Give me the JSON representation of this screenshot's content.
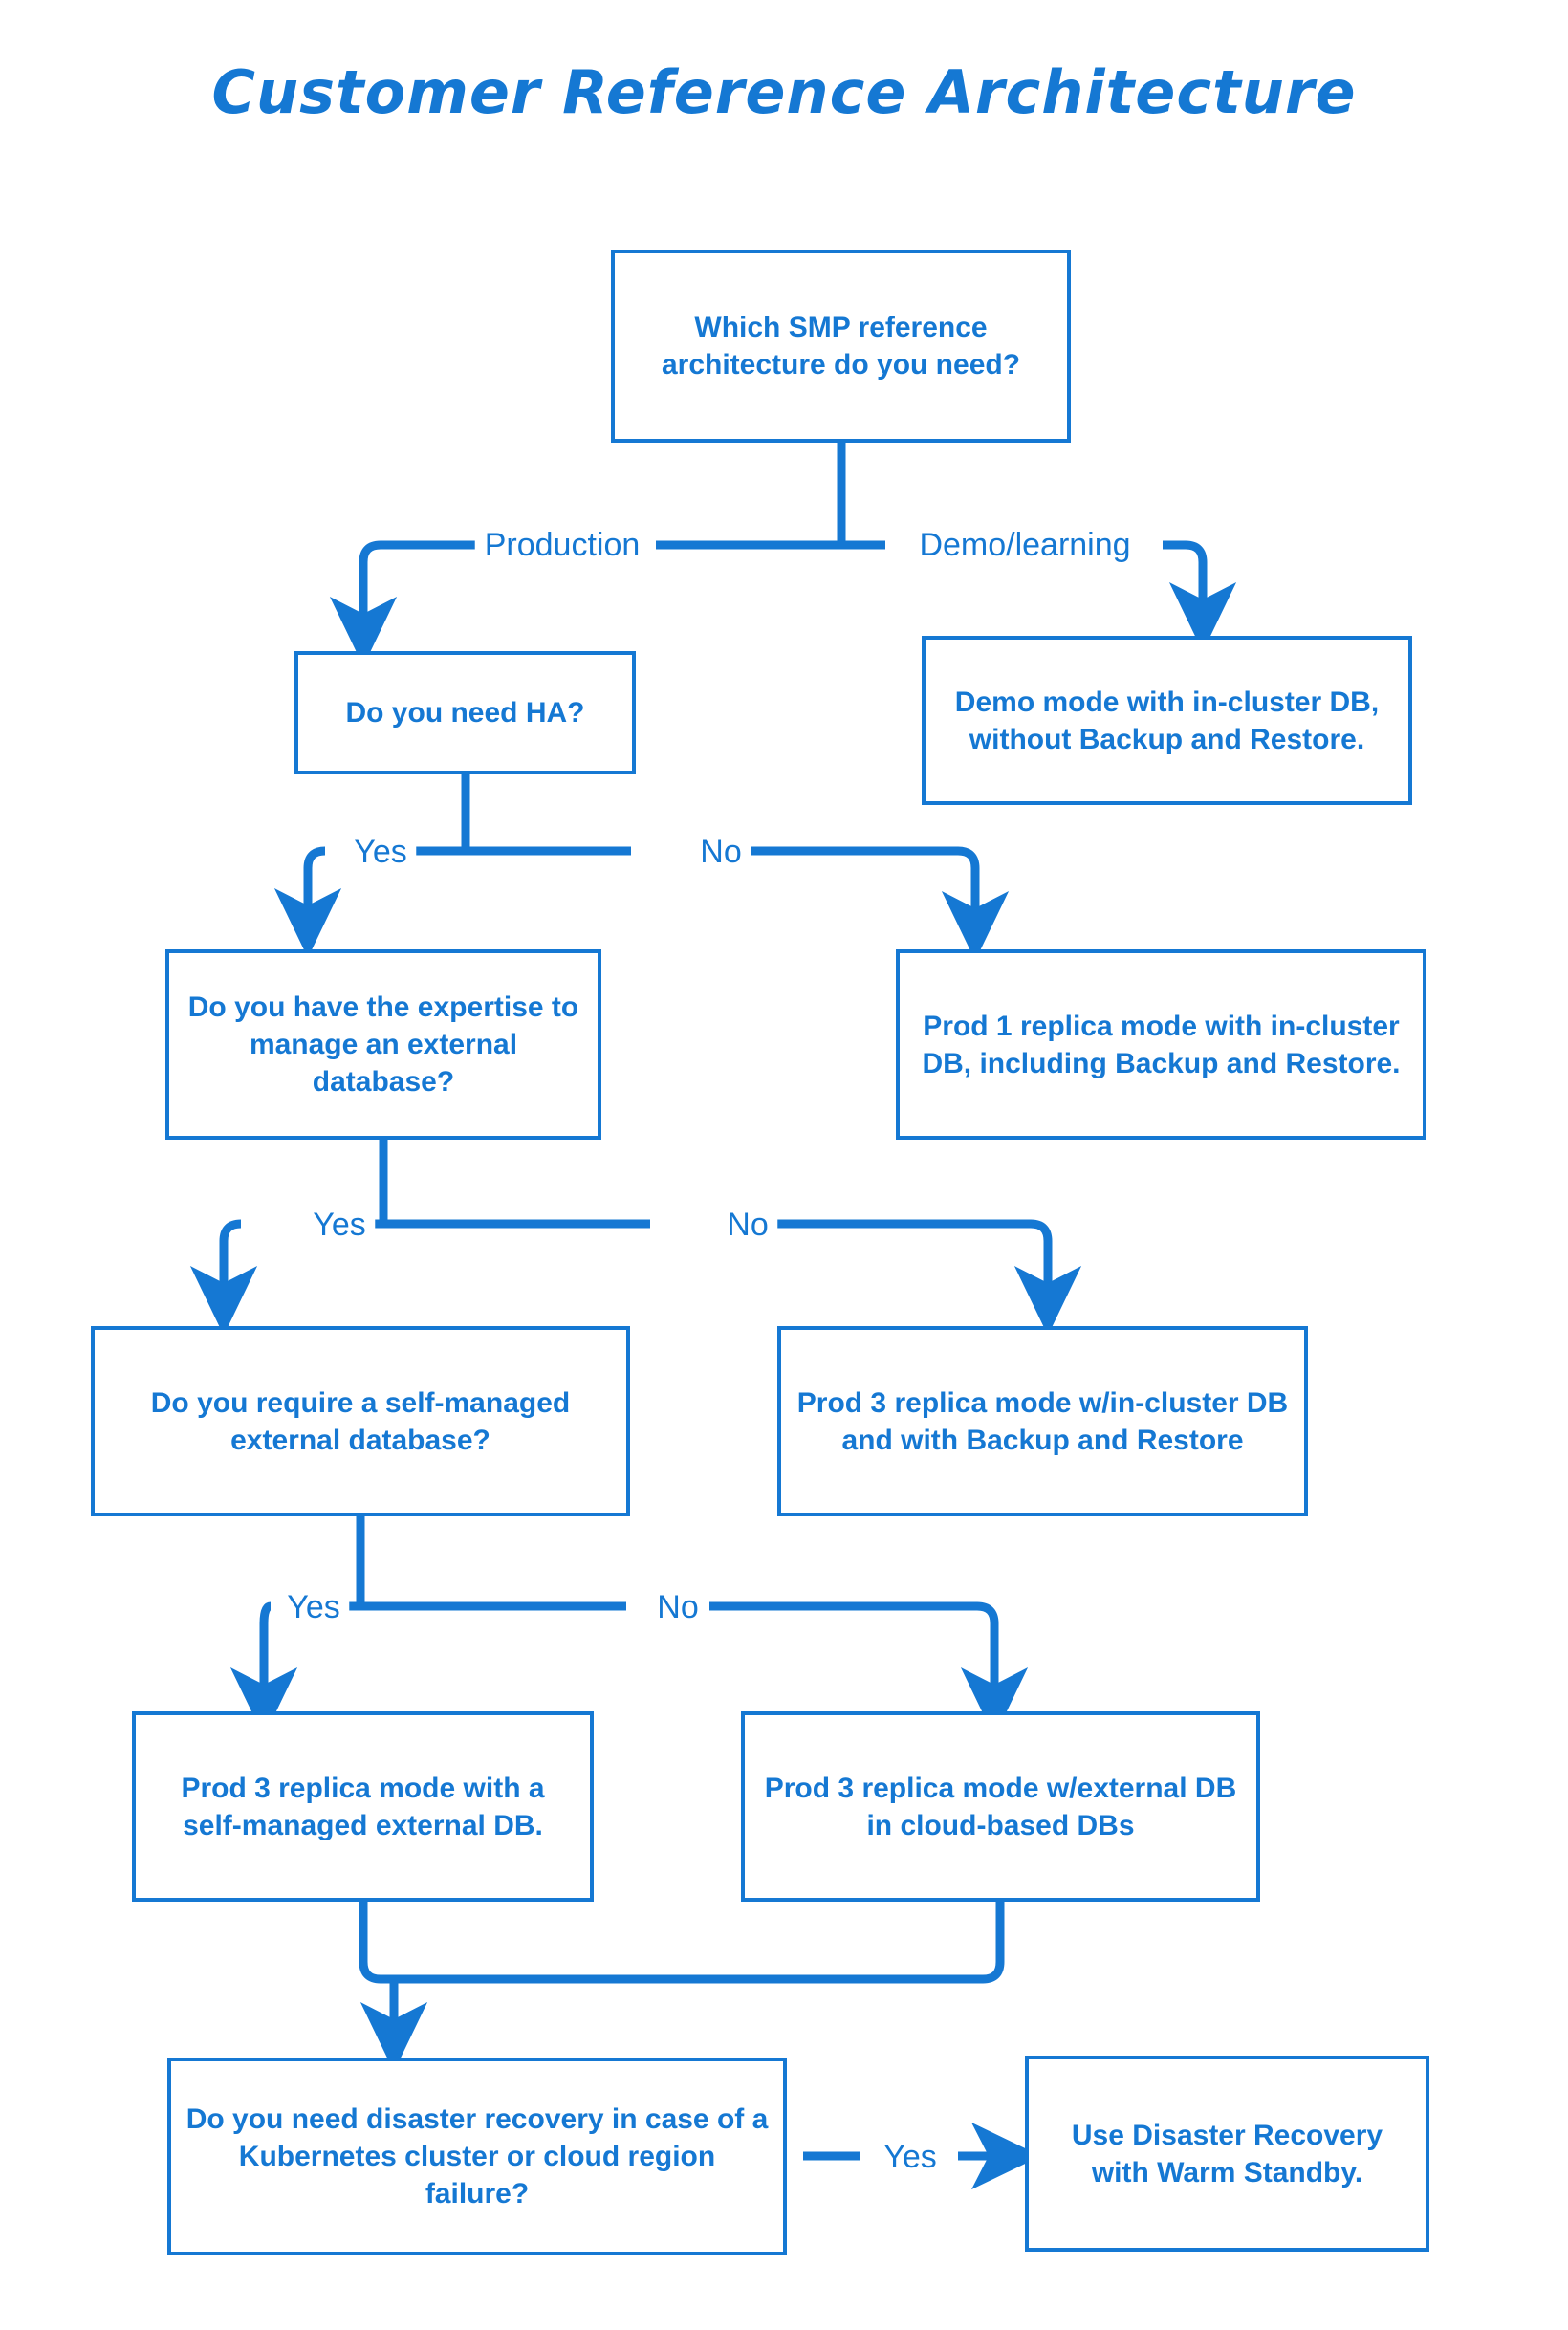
{
  "diagram": {
    "title": "Customer Reference Architecture",
    "type": "flowchart",
    "accent_color": "#1578d3",
    "background_color": "#ffffff",
    "nodes": [
      {
        "id": "q-which-arch",
        "kind": "decision",
        "text": "Which SMP reference architecture do you need?"
      },
      {
        "id": "q-need-ha",
        "kind": "decision",
        "text": "Do you need HA?"
      },
      {
        "id": "r-demo-mode",
        "kind": "result",
        "text": "Demo mode with in-cluster DB, without Backup and Restore."
      },
      {
        "id": "q-expertise",
        "kind": "decision",
        "text": "Do you have the expertise to manage an external database?"
      },
      {
        "id": "r-prod1",
        "kind": "result",
        "text": "Prod 1 replica mode with in-cluster DB, including Backup and Restore."
      },
      {
        "id": "q-self-managed",
        "kind": "decision",
        "text": "Do you require a self-managed external database?"
      },
      {
        "id": "r-prod3-incluster",
        "kind": "result",
        "text": "Prod 3 replica mode w/in-cluster DB and with Backup and Restore"
      },
      {
        "id": "r-prod3-selfmanaged",
        "kind": "result",
        "text": "Prod 3 replica mode with a self-managed external DB."
      },
      {
        "id": "r-prod3-cloud",
        "kind": "result",
        "text": "Prod 3 replica mode w/external DB in cloud-based DBs"
      },
      {
        "id": "q-disaster-recovery",
        "kind": "decision",
        "text": "Do you need disaster recovery in case of a Kubernetes cluster or cloud region failure?"
      },
      {
        "id": "r-warm-standby",
        "kind": "result",
        "text": "Use Disaster Recovery with Warm Standby."
      }
    ],
    "edges": [
      {
        "id": "e1",
        "from": "q-which-arch",
        "to": "q-need-ha",
        "label": "Production"
      },
      {
        "id": "e2",
        "from": "q-which-arch",
        "to": "r-demo-mode",
        "label": "Demo/learning"
      },
      {
        "id": "e3",
        "from": "q-need-ha",
        "to": "q-expertise",
        "label": "Yes"
      },
      {
        "id": "e4",
        "from": "q-need-ha",
        "to": "r-prod1",
        "label": "No"
      },
      {
        "id": "e5",
        "from": "q-expertise",
        "to": "q-self-managed",
        "label": "Yes"
      },
      {
        "id": "e6",
        "from": "q-expertise",
        "to": "r-prod3-incluster",
        "label": "No"
      },
      {
        "id": "e7",
        "from": "q-self-managed",
        "to": "r-prod3-selfmanaged",
        "label": "Yes"
      },
      {
        "id": "e8",
        "from": "q-self-managed",
        "to": "r-prod3-cloud",
        "label": "No"
      },
      {
        "id": "e9",
        "from": "r-prod3-selfmanaged",
        "to": "q-disaster-recovery",
        "label": ""
      },
      {
        "id": "e10",
        "from": "r-prod3-cloud",
        "to": "q-disaster-recovery",
        "label": ""
      },
      {
        "id": "e11",
        "from": "q-disaster-recovery",
        "to": "r-warm-standby",
        "label": "Yes"
      }
    ]
  }
}
